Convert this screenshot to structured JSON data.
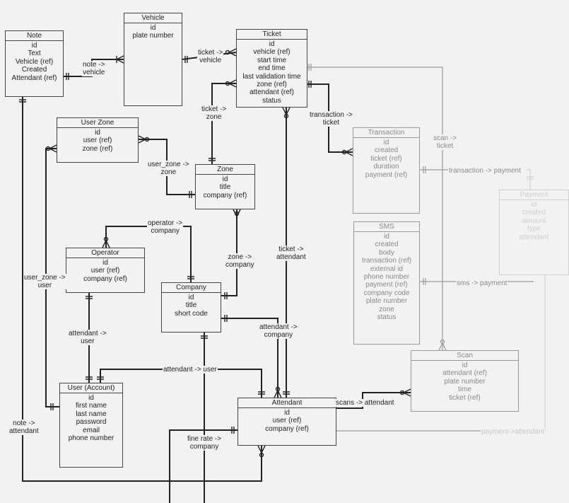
{
  "entities": {
    "note": {
      "title": "Note",
      "attrs": [
        "id",
        "Text",
        "Vehicle (ref)",
        "Created",
        "Attendant (ref)"
      ]
    },
    "vehicle": {
      "title": "Vehicle",
      "attrs": [
        "id",
        "plate number"
      ]
    },
    "ticket": {
      "title": "Ticket",
      "attrs": [
        "id",
        "vehicle (ref)",
        "start time",
        "end time",
        "last validation time",
        "zone (ref)",
        "attendant (ref)",
        "status"
      ]
    },
    "user_zone": {
      "title": "User Zone",
      "attrs": [
        "id",
        "user (ref)",
        "zone (ref)"
      ]
    },
    "zone": {
      "title": "Zone",
      "attrs": [
        "id",
        "title",
        "company (ref)"
      ]
    },
    "transaction": {
      "title": "Transaction",
      "attrs": [
        "id",
        "created",
        "ticket (ref)",
        "duration",
        "payment (ref)"
      ]
    },
    "payment": {
      "title": "Payment",
      "attrs": [
        "id",
        "created",
        "amount",
        "type",
        "attendant"
      ]
    },
    "operator": {
      "title": "Operator",
      "attrs": [
        "id",
        "user (ref)",
        "company (ref)"
      ]
    },
    "company": {
      "title": "Company",
      "attrs": [
        "id",
        "title",
        "short code"
      ]
    },
    "sms": {
      "title": "SMS",
      "attrs": [
        "id",
        "created",
        "body",
        "transaction (ref)",
        "external id",
        "phone number",
        "payment (ref)",
        "company code",
        "plate number",
        "zone",
        "status"
      ]
    },
    "user_account": {
      "title": "User (Account)",
      "attrs": [
        "id",
        "first name",
        "last name",
        "password",
        "email",
        "phone number"
      ]
    },
    "attendant": {
      "title": "Attendant",
      "attrs": [
        "id",
        "user (ref)",
        "company (ref)"
      ]
    },
    "scan": {
      "title": "Scan",
      "attrs": [
        "id",
        "attendant (ref)",
        "plate number",
        "time",
        "ticket (ref)"
      ]
    }
  },
  "relations": {
    "note_vehicle": "note ->\nvehicle",
    "ticket_vehicle": "ticket ->\nvehicle",
    "ticket_zone": "ticket ->\nzone",
    "transaction_ticket": "transaction ->\nticket",
    "scan_ticket": "scan ->\nticket",
    "user_zone_zone": "user_zone ->\nzone",
    "transaction_payment": "transaction -> payment",
    "operator_company": "operator ->\ncompany",
    "zone_company": "zone ->\ncompany",
    "ticket_attendant": "ticket ->\nattendant",
    "user_zone_user": "user_zone ->\nuser",
    "sms_payment": "sms -> payment",
    "attendant_user_left": "attendant ->\nuser",
    "attendant_company": "attendant ->\ncompany",
    "attendant_user_top": "attendant -> user",
    "scans_attendant": "scans -> attendant",
    "note_attendant": "note ->\nattendant",
    "fine_rate_company": "fine rate ->\ncompany",
    "payment_attendant": "payment->attendant"
  }
}
